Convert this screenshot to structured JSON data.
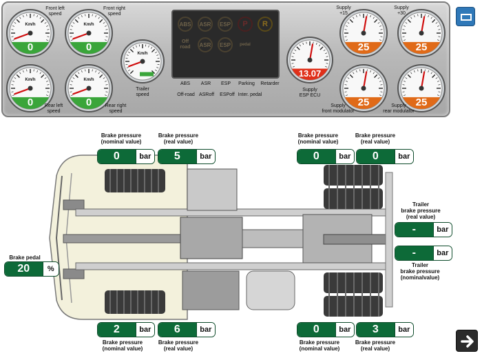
{
  "dashboard": {
    "gauges": {
      "front_left": {
        "label": "Front left\nspeed",
        "value": "0",
        "unit": "Km/h"
      },
      "front_right": {
        "label": "Front right\nspeed",
        "value": "0",
        "unit": "Km/h"
      },
      "rear_left": {
        "label": "Rear left\nspeed",
        "value": "0",
        "unit": "Km/h"
      },
      "rear_right": {
        "label": "Rear right\nspeed",
        "value": "0",
        "unit": "Km/h"
      },
      "trailer": {
        "label": "Trailer\nspeed",
        "value": "",
        "unit": "Km/h"
      },
      "supply_ecu": {
        "label": "Supply\nESP ECU",
        "value": "13.07"
      },
      "supply_15": {
        "label": "Supply\n+15",
        "value": "25"
      },
      "supply_30": {
        "label": "Supply\n+30",
        "value": "25"
      },
      "supply_front_mod": {
        "label": "Supply\nfront modulator",
        "value": "25"
      },
      "supply_rear_mod": {
        "label": "Supply\nrear modulator",
        "value": "25"
      }
    },
    "lamps": [
      "ABS",
      "ASR",
      "ESP",
      "P",
      "R",
      "Off road",
      "ASR",
      "ESP",
      "pedal"
    ],
    "lamp_labels": {
      "abs": "ABS",
      "asr": "ASR",
      "esp": "ESP",
      "parking": "Parking",
      "retarder": "Retarder",
      "offroad": "Off-road",
      "asroff": "ASRoff",
      "espoff": "ESPoff",
      "interpedal": "Inter. pedal"
    }
  },
  "pressures": {
    "front_left_nominal": {
      "label": "Brake pressure\n(nominal value)",
      "value": "0",
      "unit": "bar"
    },
    "front_left_real": {
      "label": "Brake pressure\n(real value)",
      "value": "5",
      "unit": "bar"
    },
    "front_right_nominal": {
      "label": "Brake pressure\n(nominal value)",
      "value": "0",
      "unit": "bar"
    },
    "front_right_real": {
      "label": "Brake pressure\n(real value)",
      "value": "0",
      "unit": "bar"
    },
    "rear_left_nominal": {
      "label": "Brake pressure\n(nominal value)",
      "value": "2",
      "unit": "bar"
    },
    "rear_left_real": {
      "label": "Brake pressure\n(real value)",
      "value": "6",
      "unit": "bar"
    },
    "rear_right_nominal": {
      "label": "Brake pressure\n(nominal value)",
      "value": "0",
      "unit": "bar"
    },
    "rear_right_real": {
      "label": "Brake pressure\n(real value)",
      "value": "3",
      "unit": "bar"
    },
    "trailer_real": {
      "label": "Trailer\nbrake pressure\n(real value)",
      "value": "-",
      "unit": "bar"
    },
    "trailer_nominal": {
      "label": "Trailer\nbrake pressure\n(nominalvalue)",
      "value": "-",
      "unit": "bar"
    },
    "brake_pedal": {
      "label": "Brake pedal",
      "value": "20",
      "unit": "%"
    }
  },
  "colors": {
    "value_bg": "#0d6a38",
    "supply_fill": "#e06a18",
    "speed_fill": "#3aa53a",
    "ecu_fill": "#e0301a"
  }
}
